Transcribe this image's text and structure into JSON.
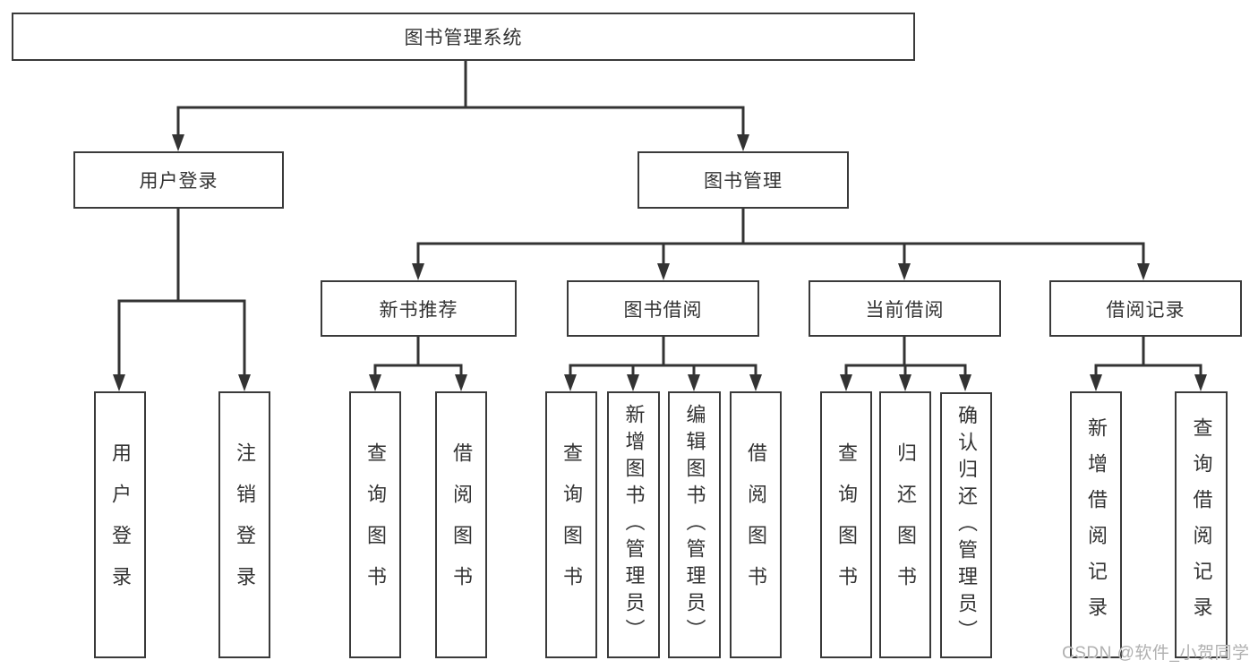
{
  "diagram": {
    "type": "hierarchy-flowchart",
    "colors": {
      "background": "#ffffff",
      "line": "#333333",
      "box_border": "#3a3a3a",
      "text": "#333333",
      "watermark": "#b0b0b0"
    }
  },
  "watermark": {
    "text": "CSDN @软件_小贺同学"
  },
  "tree": {
    "label": "图书管理系统",
    "children": [
      {
        "label": "用户登录",
        "children": [
          {
            "label": "用户登录"
          },
          {
            "label": "注销登录"
          }
        ]
      },
      {
        "label": "图书管理",
        "children": [
          {
            "label": "新书推荐",
            "children": [
              {
                "label": "查询图书"
              },
              {
                "label": "借阅图书"
              }
            ]
          },
          {
            "label": "图书借阅",
            "children": [
              {
                "label": "查询图书"
              },
              {
                "label": "新增图书（管理员）"
              },
              {
                "label": "编辑图书（管理员）"
              },
              {
                "label": "借阅图书"
              }
            ]
          },
          {
            "label": "当前借阅",
            "children": [
              {
                "label": "查询图书"
              },
              {
                "label": "归还图书"
              },
              {
                "label": "确认归还（管理员）"
              }
            ]
          },
          {
            "label": "借阅记录",
            "children": [
              {
                "label": "新增借阅记录"
              },
              {
                "label": "查询借阅记录"
              }
            ]
          }
        ]
      }
    ]
  }
}
